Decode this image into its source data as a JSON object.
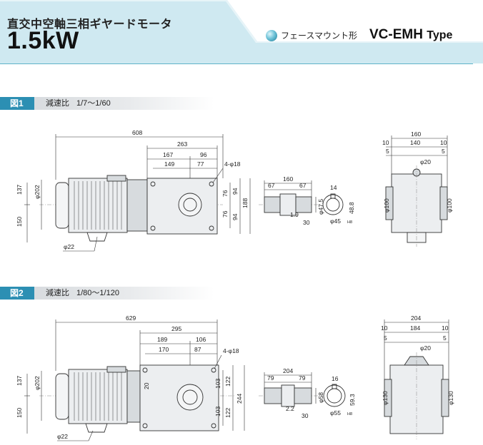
{
  "header": {
    "title_jp": "直交中空軸三相ギヤードモータ",
    "power": "1.5kW",
    "mount_badge": "フェースマウント形",
    "model": "VC-EMH",
    "model_suffix": "Type"
  },
  "colors": {
    "accent": "#2c8fb3",
    "rule": "#5fb3c9",
    "header_band": "#cfe9f1"
  },
  "fig1": {
    "tag": "図1",
    "caption_label": "減速比",
    "caption_ratio": "1/7～1/60",
    "dims": {
      "overall": "608",
      "a263": "263",
      "a167": "167",
      "a96": "96",
      "a149": "149",
      "a77": "77",
      "holes": "4-φ18",
      "phi202": "φ202",
      "d137": "137",
      "d150": "150",
      "d76a": "76",
      "d76b": "76",
      "d94a": "94",
      "d94b": "94",
      "d188": "188",
      "phi22": "φ22",
      "s160": "160",
      "s67a": "67",
      "s67b": "67",
      "s19": "1.9",
      "s30": "30",
      "phi475": "φ47.5",
      "k14": "14",
      "k488": "48.8",
      "phi45": "φ45",
      "e160": "160",
      "e10a": "10",
      "e140": "140",
      "e10b": "10",
      "e5a": "5",
      "e5b": "5",
      "phi20": "φ20",
      "phi100l": "φ100",
      "phi100r": "φ100",
      "h8": "H8"
    }
  },
  "fig2": {
    "tag": "図2",
    "caption_label": "減速比",
    "caption_ratio": "1/80～1/120",
    "dims": {
      "overall": "629",
      "a295": "295",
      "a189": "189",
      "a106": "106",
      "a170": "170",
      "a87": "87",
      "holes": "4-φ18",
      "phi202": "φ202",
      "d137": "137",
      "d150": "150",
      "d20": "20",
      "d103a": "103",
      "d103b": "103",
      "d122a": "122",
      "d122b": "122",
      "d244": "244",
      "phi22": "φ22",
      "s204": "204",
      "s79a": "79",
      "s79b": "79",
      "s22": "2.2",
      "s30": "30",
      "phi58": "φ58",
      "k16": "16",
      "k593": "59.3",
      "phi55": "φ55",
      "e204": "204",
      "e10a": "10",
      "e184": "184",
      "e10b": "10",
      "e5a": "5",
      "e5b": "5",
      "phi20": "φ20",
      "phi130l": "φ130",
      "phi130r": "φ130",
      "h8": "H8"
    }
  }
}
